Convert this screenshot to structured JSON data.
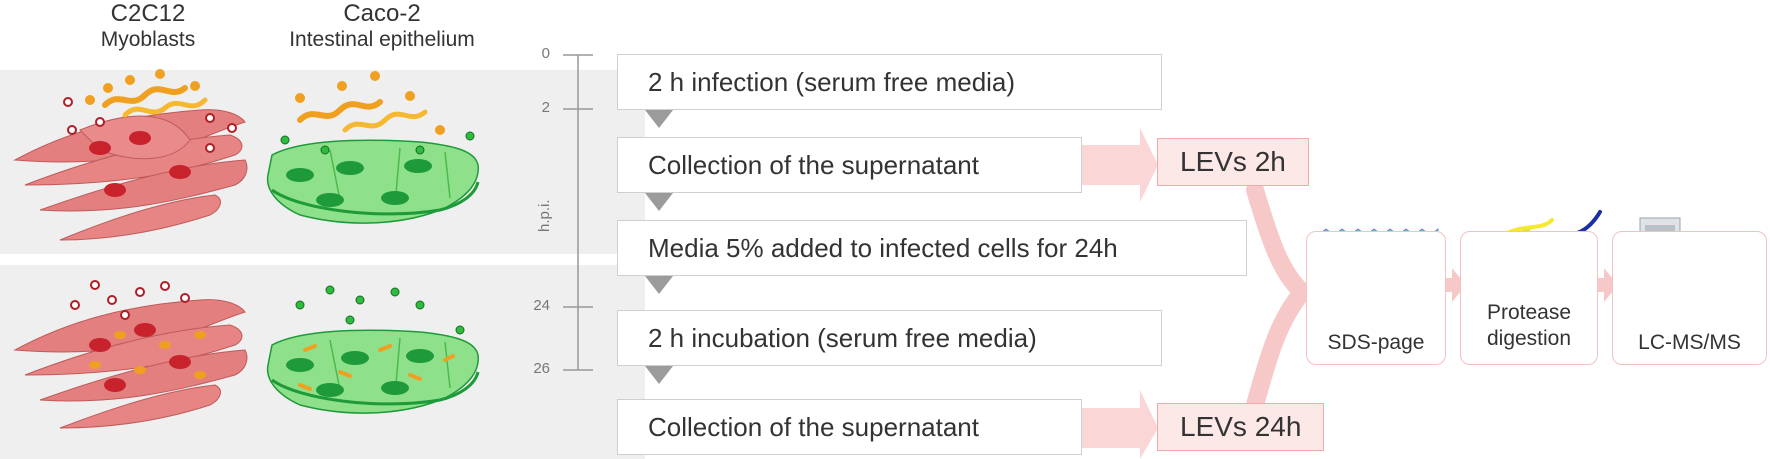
{
  "cells": {
    "c2c12_name": "C2C12",
    "c2c12_type": "Myoblasts",
    "caco2_name": "Caco-2",
    "caco2_type": "Intestinal epithelium"
  },
  "timeline": {
    "axis_label": "h.p.i.",
    "ticks": [
      "0",
      "2",
      "24",
      "26"
    ]
  },
  "steps": [
    "2 h infection (serum free media)",
    "Collection of the supernatant",
    "Media 5% added to infected cells for 24h",
    "2 h incubation (serum free media)",
    "Collection of the supernatant"
  ],
  "outputs": [
    "LEVs 2h",
    "LEVs 24h"
  ],
  "processes": [
    "SDS-page",
    "Protease digestion",
    "LC-MS/MS"
  ],
  "colors": {
    "myoblast": "#e78080",
    "nucleus": "#c8232c",
    "epithelium": "#8fe08a",
    "epithelium_dark": "#1f9a3a",
    "bacteria": "#f0a020",
    "arrow": "#f7c3c3"
  }
}
